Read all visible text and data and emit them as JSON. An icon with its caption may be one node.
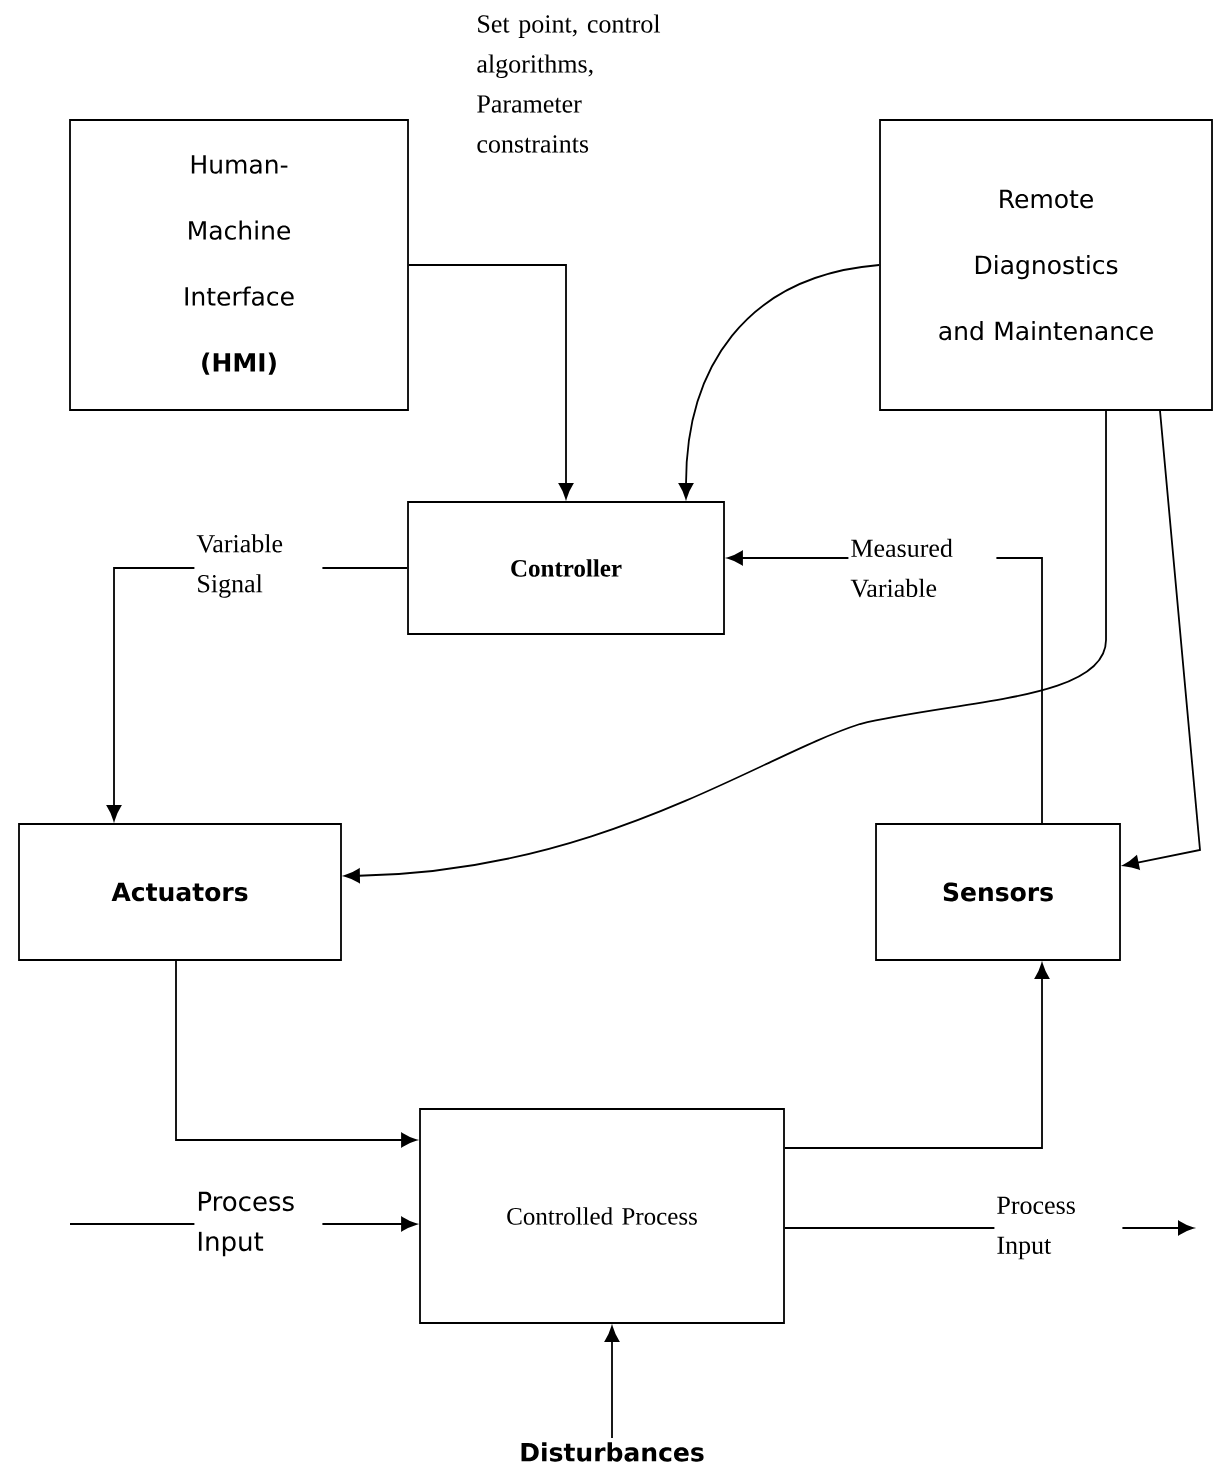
{
  "diagram": {
    "nodes": [
      {
        "text": [
          "Human- Machine Interface **(HMI)**"
        ]
      },
      {
        "text": [
          "Remote Diagnostics and Maintenance"
        ]
      },
      {
        "text": [
          "Controller"
        ]
      },
      {
        "text": [
          "Actuators"
        ]
      },
      {
        "text": [
          "Sensors"
        ]
      },
      {
        "text": [
          "Controlled Process"
        ]
      },
      {
        "text": [
          "Disturbances"
        ]
      }
    ],
    "edges": [
      {
        "from": 0,
        "to": 2,
        "arrow": "to",
        "label": "Set point, control algorithms, Parameter constraints"
      },
      {
        "from": 1,
        "to": 2,
        "arrow": "to"
      },
      {
        "from": 2,
        "to": 3,
        "arrow": "to",
        "label": "Variable Signal"
      },
      {
        "from": 1,
        "to": 3,
        "arrow": "to"
      },
      {
        "from": 1,
        "to": 4,
        "arrow": "to"
      },
      {
        "from": 4,
        "to": 2,
        "arrow": "to",
        "label": "Measured Variable"
      },
      {
        "from": 3,
        "to": 5,
        "arrow": "to"
      },
      {
        "from": null,
        "to": 5,
        "arrow": "to",
        "label": "Process Input"
      },
      {
        "from": 5,
        "to": 4,
        "arrow": "to"
      },
      {
        "from": 5,
        "to": null,
        "arrow": "to",
        "label": "Process Input"
      },
      {
        "from": 6,
        "to": 5,
        "arrow": "to"
      }
    ]
  }
}
